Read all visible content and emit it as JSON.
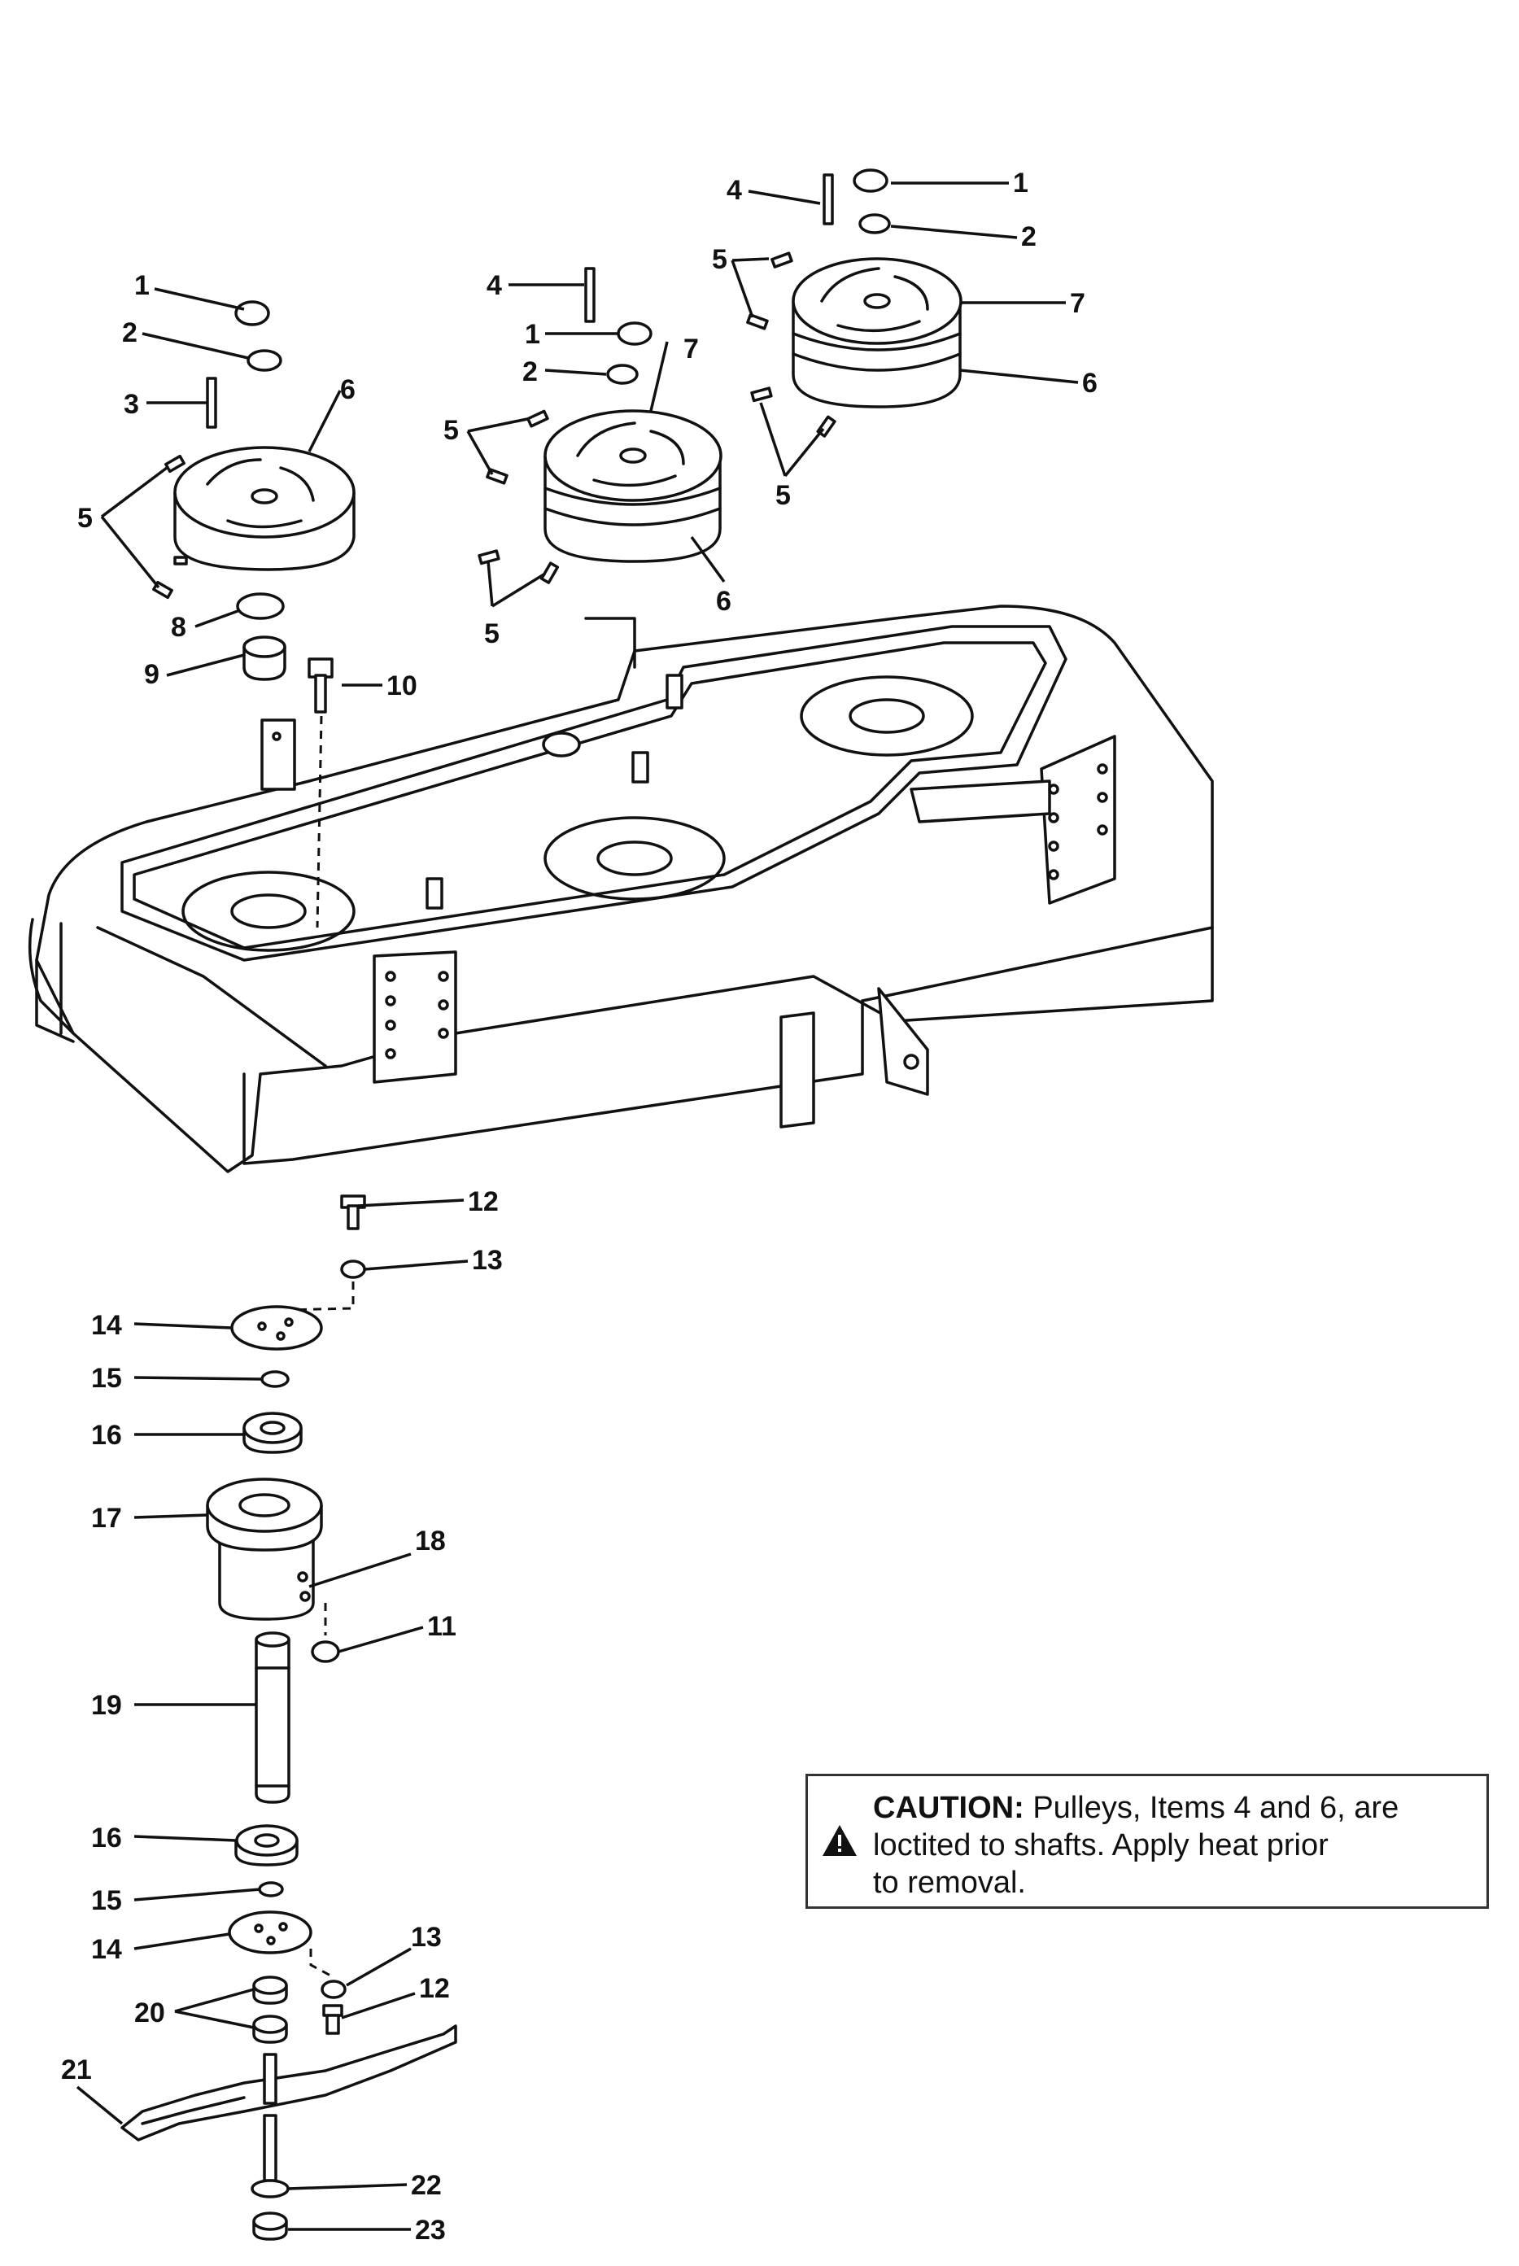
{
  "callouts": {
    "c1a": "1",
    "c1b": "1",
    "c1c": "1",
    "c2a": "2",
    "c2b": "2",
    "c2c": "2",
    "c3": "3",
    "c4a": "4",
    "c4b": "4",
    "c5a": "5",
    "c5b": "5",
    "c5c": "5",
    "c5d": "5",
    "c5e": "5",
    "c6a": "6",
    "c6b": "6",
    "c6c": "6",
    "c7a": "7",
    "c7b": "7",
    "c8": "8",
    "c9": "9",
    "c10": "10",
    "c11": "11",
    "c12a": "12",
    "c12b": "12",
    "c13a": "13",
    "c13b": "13",
    "c14a": "14",
    "c14b": "14",
    "c15a": "15",
    "c15b": "15",
    "c16a": "16",
    "c16b": "16",
    "c17": "17",
    "c18": "18",
    "c19": "19",
    "c20": "20",
    "c21": "21",
    "c22": "22",
    "c23": "23"
  },
  "caution": {
    "heading": "CAUTION:",
    "line1": " Pulleys, Items 4 and 6, are",
    "line2": "loctited to shafts. Apply heat prior",
    "line3": "to removal."
  }
}
